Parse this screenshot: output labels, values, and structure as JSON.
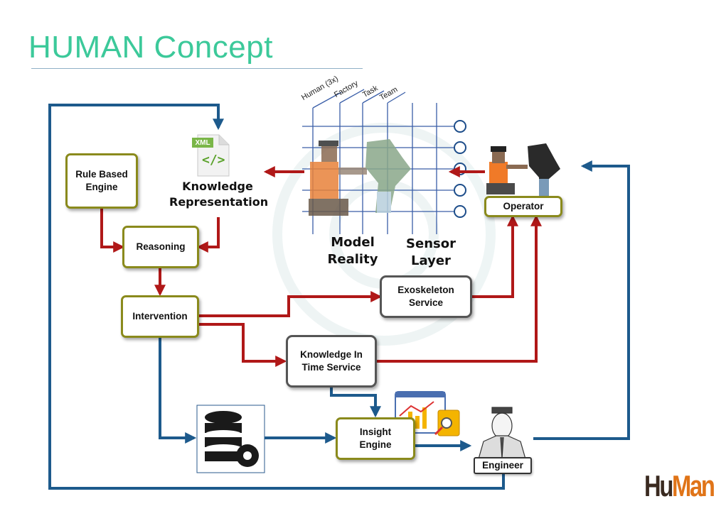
{
  "title": "HUMAN Concept",
  "grid_labels": [
    "Human (3x)",
    "Factory",
    "Task",
    "Team"
  ],
  "xml_icon_tag": "XML",
  "xml_icon_symbol": "</>",
  "knowledge_representation": [
    "Knowledge",
    "Representation"
  ],
  "model_reality": [
    "Model",
    "Reality"
  ],
  "sensor_layer": [
    "Sensor",
    "Layer"
  ],
  "boxes": {
    "rule_based_engine": [
      "Rule Based",
      "Engine"
    ],
    "reasoning": "Reasoning",
    "intervention": "Intervention",
    "exoskeleton_service": [
      "Exoskeleton",
      "Service"
    ],
    "knowledge_in_time": [
      "Knowledge In",
      "Time Service"
    ],
    "insight_engine": [
      "Insight",
      "Engine"
    ],
    "operator": "Operator",
    "engineer": "Engineer"
  },
  "logo": {
    "part1": "Hu",
    "part2": "Man"
  },
  "colors": {
    "red_arrow": "#b01818",
    "blue_arrow": "#1d5a8c",
    "olive_border": "#8a8a1c",
    "title": "#3cc99a"
  }
}
